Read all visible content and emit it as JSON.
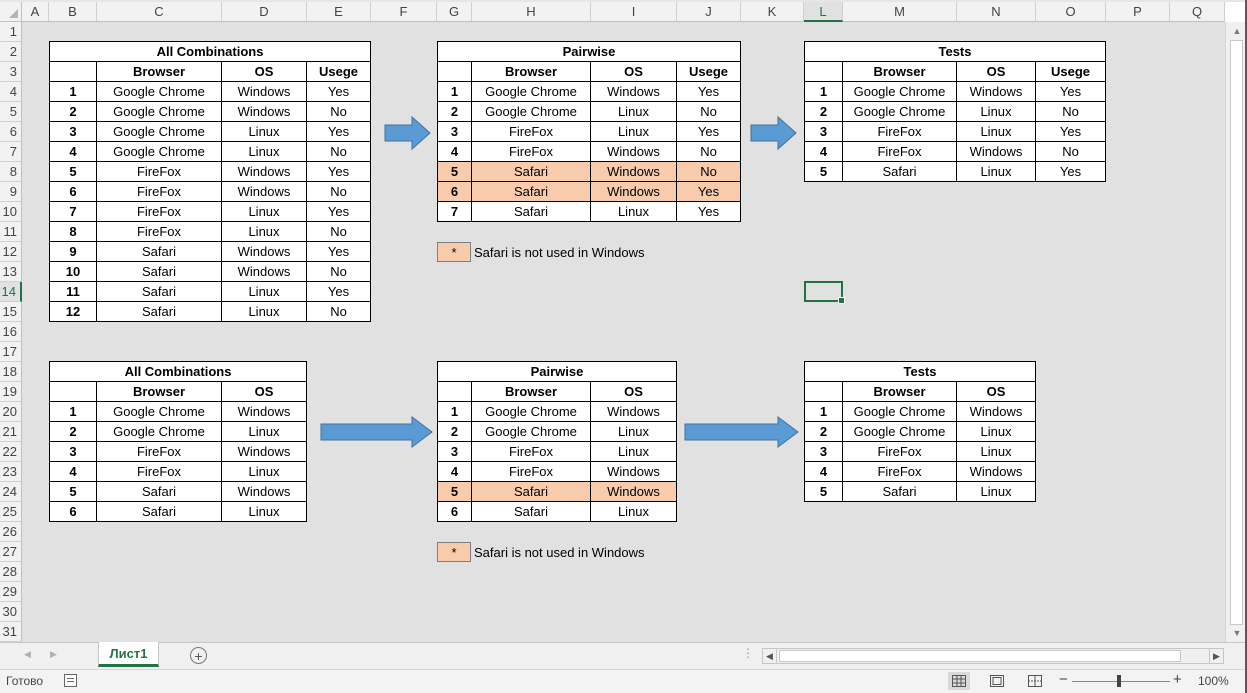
{
  "columns": [
    "A",
    "B",
    "C",
    "D",
    "E",
    "F",
    "G",
    "H",
    "I",
    "J",
    "K",
    "L",
    "M",
    "N",
    "O",
    "P",
    "Q"
  ],
  "selected_column": "L",
  "rows": [
    "1",
    "2",
    "3",
    "4",
    "5",
    "6",
    "7",
    "8",
    "9",
    "10",
    "11",
    "12",
    "13",
    "14",
    "15",
    "16",
    "17",
    "18",
    "19",
    "20",
    "21",
    "22",
    "23",
    "24",
    "25",
    "26",
    "27",
    "28",
    "29",
    "30",
    "31"
  ],
  "selected_row": "14",
  "tables": {
    "full_all": {
      "title": "All Combinations",
      "headers": [
        "Browser",
        "OS",
        "Usege"
      ],
      "rows": [
        {
          "n": "1",
          "c": [
            "Google Chrome",
            "Windows",
            "Yes"
          ],
          "hl": false
        },
        {
          "n": "2",
          "c": [
            "Google Chrome",
            "Windows",
            "No"
          ],
          "hl": false
        },
        {
          "n": "3",
          "c": [
            "Google Chrome",
            "Linux",
            "Yes"
          ],
          "hl": false
        },
        {
          "n": "4",
          "c": [
            "Google Chrome",
            "Linux",
            "No"
          ],
          "hl": false
        },
        {
          "n": "5",
          "c": [
            "FireFox",
            "Windows",
            "Yes"
          ],
          "hl": false
        },
        {
          "n": "6",
          "c": [
            "FireFox",
            "Windows",
            "No"
          ],
          "hl": false
        },
        {
          "n": "7",
          "c": [
            "FireFox",
            "Linux",
            "Yes"
          ],
          "hl": false
        },
        {
          "n": "8",
          "c": [
            "FireFox",
            "Linux",
            "No"
          ],
          "hl": false
        },
        {
          "n": "9",
          "c": [
            "Safari",
            "Windows",
            "Yes"
          ],
          "hl": false
        },
        {
          "n": "10",
          "c": [
            "Safari",
            "Windows",
            "No"
          ],
          "hl": false
        },
        {
          "n": "11",
          "c": [
            "Safari",
            "Linux",
            "Yes"
          ],
          "hl": false
        },
        {
          "n": "12",
          "c": [
            "Safari",
            "Linux",
            "No"
          ],
          "hl": false
        }
      ]
    },
    "full_pairwise": {
      "title": "Pairwise",
      "headers": [
        "Browser",
        "OS",
        "Usege"
      ],
      "rows": [
        {
          "n": "1",
          "c": [
            "Google Chrome",
            "Windows",
            "Yes"
          ],
          "hl": false
        },
        {
          "n": "2",
          "c": [
            "Google Chrome",
            "Linux",
            "No"
          ],
          "hl": false
        },
        {
          "n": "3",
          "c": [
            "FireFox",
            "Linux",
            "Yes"
          ],
          "hl": false
        },
        {
          "n": "4",
          "c": [
            "FireFox",
            "Windows",
            "No"
          ],
          "hl": false
        },
        {
          "n": "5",
          "c": [
            "Safari",
            "Windows",
            "No"
          ],
          "hl": true
        },
        {
          "n": "6",
          "c": [
            "Safari",
            "Windows",
            "Yes"
          ],
          "hl": true
        },
        {
          "n": "7",
          "c": [
            "Safari",
            "Linux",
            "Yes"
          ],
          "hl": false
        }
      ]
    },
    "full_tests": {
      "title": "Tests",
      "headers": [
        "Browser",
        "OS",
        "Usege"
      ],
      "rows": [
        {
          "n": "1",
          "c": [
            "Google Chrome",
            "Windows",
            "Yes"
          ],
          "hl": false
        },
        {
          "n": "2",
          "c": [
            "Google Chrome",
            "Linux",
            "No"
          ],
          "hl": false
        },
        {
          "n": "3",
          "c": [
            "FireFox",
            "Linux",
            "Yes"
          ],
          "hl": false
        },
        {
          "n": "4",
          "c": [
            "FireFox",
            "Windows",
            "No"
          ],
          "hl": false
        },
        {
          "n": "5",
          "c": [
            "Safari",
            "Linux",
            "Yes"
          ],
          "hl": false
        }
      ]
    },
    "small_all": {
      "title": "All Combinations",
      "headers": [
        "Browser",
        "OS"
      ],
      "rows": [
        {
          "n": "1",
          "c": [
            "Google Chrome",
            "Windows"
          ],
          "hl": false
        },
        {
          "n": "2",
          "c": [
            "Google Chrome",
            "Linux"
          ],
          "hl": false
        },
        {
          "n": "3",
          "c": [
            "FireFox",
            "Windows"
          ],
          "hl": false
        },
        {
          "n": "4",
          "c": [
            "FireFox",
            "Linux"
          ],
          "hl": false
        },
        {
          "n": "5",
          "c": [
            "Safari",
            "Windows"
          ],
          "hl": false
        },
        {
          "n": "6",
          "c": [
            "Safari",
            "Linux"
          ],
          "hl": false
        }
      ]
    },
    "small_pairwise": {
      "title": "Pairwise",
      "headers": [
        "Browser",
        "OS"
      ],
      "rows": [
        {
          "n": "1",
          "c": [
            "Google Chrome",
            "Windows"
          ],
          "hl": false
        },
        {
          "n": "2",
          "c": [
            "Google Chrome",
            "Linux"
          ],
          "hl": false
        },
        {
          "n": "3",
          "c": [
            "FireFox",
            "Linux"
          ],
          "hl": false
        },
        {
          "n": "4",
          "c": [
            "FireFox",
            "Windows"
          ],
          "hl": false
        },
        {
          "n": "5",
          "c": [
            "Safari",
            "Windows"
          ],
          "hl": true
        },
        {
          "n": "6",
          "c": [
            "Safari",
            "Linux"
          ],
          "hl": false
        }
      ]
    },
    "small_tests": {
      "title": "Tests",
      "headers": [
        "Browser",
        "OS"
      ],
      "rows": [
        {
          "n": "1",
          "c": [
            "Google Chrome",
            "Windows"
          ],
          "hl": false
        },
        {
          "n": "2",
          "c": [
            "Google Chrome",
            "Linux"
          ],
          "hl": false
        },
        {
          "n": "3",
          "c": [
            "FireFox",
            "Linux"
          ],
          "hl": false
        },
        {
          "n": "4",
          "c": [
            "FireFox",
            "Windows"
          ],
          "hl": false
        },
        {
          "n": "5",
          "c": [
            "Safari",
            "Linux"
          ],
          "hl": false
        }
      ]
    }
  },
  "notes": {
    "top": {
      "mark": "*",
      "text": "Safari is not used in Windows"
    },
    "bottom": {
      "mark": "*",
      "text": "Safari is not used in Windows"
    }
  },
  "colors": {
    "highlight": "#f8cbad",
    "arrow": "#5b9bd5",
    "arrow_stroke": "#41719c",
    "accent": "#217346"
  },
  "sheet_tab": {
    "label": "Лист1"
  },
  "status": {
    "text": "Готово",
    "zoom": "100%"
  }
}
